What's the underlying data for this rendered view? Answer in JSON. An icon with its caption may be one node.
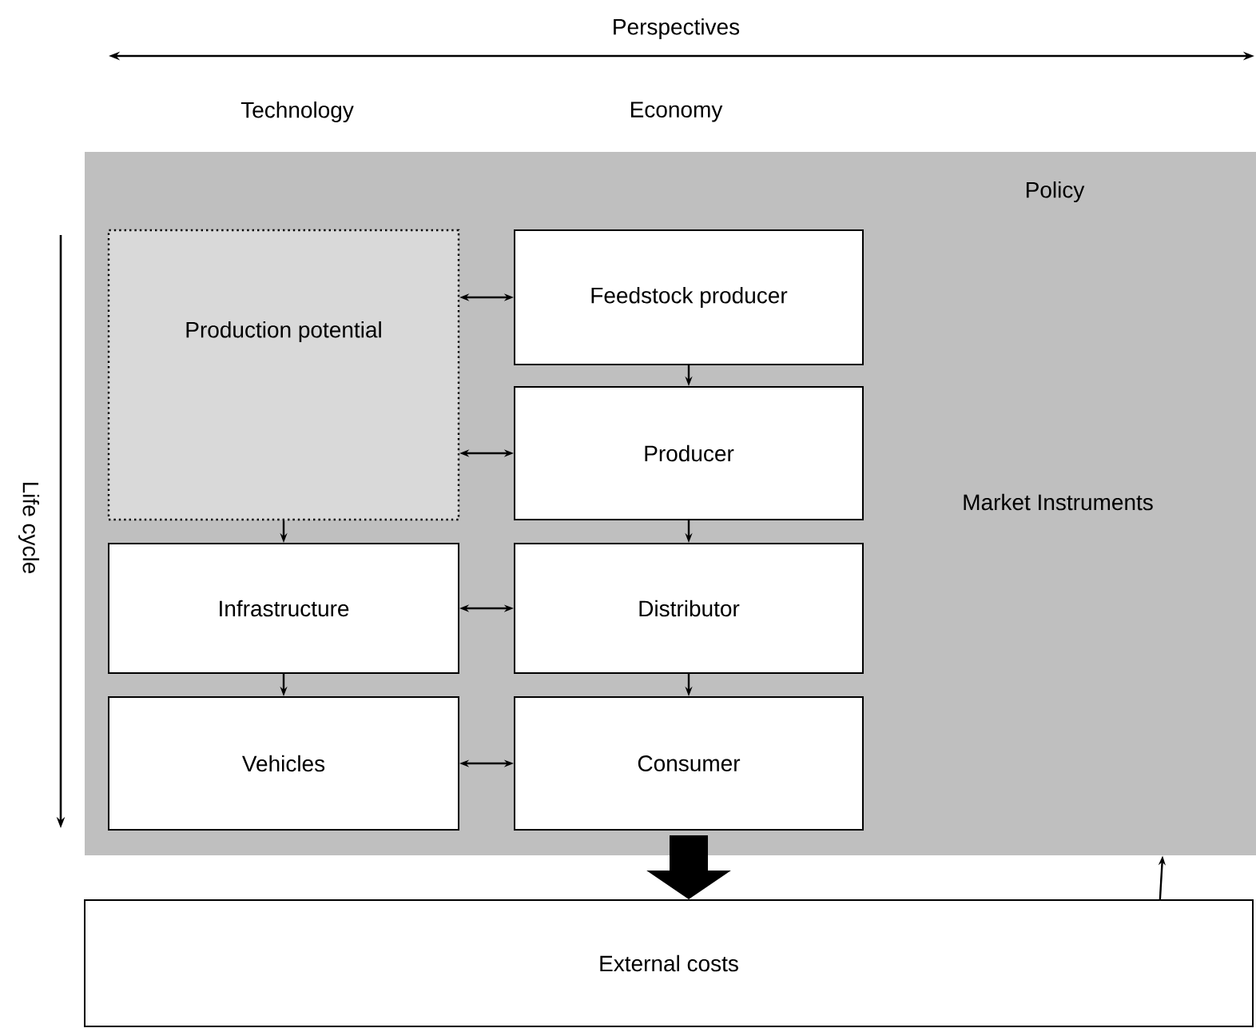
{
  "diagram": {
    "nodes": [
      {
        "text": [
          "Policy",
          "Market Instruments"
        ]
      },
      {
        "text": [
          "Production potential"
        ],
        "in": 0
      },
      {
        "text": [
          "Feedstock producer"
        ],
        "in": 0
      },
      {
        "text": [
          "Producer"
        ],
        "in": 0
      },
      {
        "text": [
          "Infrastructure"
        ],
        "in": 0
      },
      {
        "text": [
          "Distributor"
        ],
        "in": 0
      },
      {
        "text": [
          "Vehicles"
        ],
        "in": 0
      },
      {
        "text": [
          "Consumer"
        ],
        "in": 0
      },
      {
        "text": [
          "External costs"
        ]
      }
    ],
    "edges": [
      {
        "from": 1,
        "to": 2,
        "arrow": "both"
      },
      {
        "from": 2,
        "to": 3,
        "arrow": "to"
      },
      {
        "from": 1,
        "to": 3,
        "arrow": "both"
      },
      {
        "from": 1,
        "to": 4,
        "arrow": "to"
      },
      {
        "from": 3,
        "to": 5,
        "arrow": "to"
      },
      {
        "from": 4,
        "to": 5,
        "arrow": "both"
      },
      {
        "from": 4,
        "to": 6,
        "arrow": "to"
      },
      {
        "from": 5,
        "to": 7,
        "arrow": "to"
      },
      {
        "from": 6,
        "to": 7,
        "arrow": "both"
      },
      {
        "from": 7,
        "to": 8,
        "arrow": "to",
        "style": "thick"
      },
      {
        "from": 8,
        "to": 0,
        "arrow": "to"
      }
    ],
    "labels": [
      "Perspectives",
      "Technology",
      "Economy",
      "Life cycle"
    ]
  }
}
